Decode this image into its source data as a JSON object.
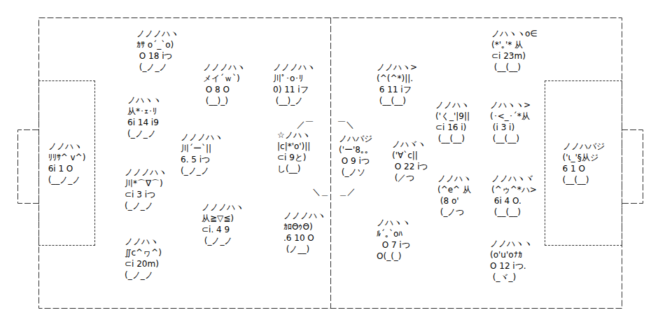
{
  "diagram": {
    "nodes": [
      {
        "text": [
          "ノノハヽ",
          "ﾘﾘｻ^ v^)",
          "6i 1 O",
          "(__ノ_ノ"
        ]
      },
      {
        "text": [
          "ノノハバジ",
          "('ι_'§从ジ",
          "6 1 O",
          "(__(__)"
        ]
      }
    ],
    "labels": [
      "ノノノハヽ",
      "ｶｻ o´_`o)",
      " O 18 iつ",
      " (_ノ_ノ",
      "ノハヽヽ",
      "从*･ｪ･ﾘ",
      "6i 14 i9",
      "(_ノ_ノ",
      "ノノノハヽ",
      "川*⌒∇⌒)",
      "⊂i 3 iつ",
      "(_ノ_ノ",
      "ノノハヽ",
      "∬c^ヮ^)",
      "⊂i 20m)",
      "(_ノ_ノ",
      "ノノノハヽ",
      "メイ´ｗ`)",
      " O 8 O",
      " (__)_)",
      "ノノノハヽ",
      "川´ー`||",
      "6. 5 iつ",
      "(_ノ_ノ",
      "ノノノハヽ",
      "从≧▽≦)",
      "⊂i. 4 9",
      " (_ノ_ノ",
      "ノノノハヽ",
      "川ﾟ･o･ﾘ",
      "0) 11 iフ",
      " (__)_ノ",
      "☆ノハヽ",
      "|c|*'o')||",
      "⊂i 9と)",
      "し(__)",
      "ノノノハヽ",
      "ｶﾛΘｩΘ)",
      ".6 10 O",
      " (ノ__)",
      "ノノハヽ>",
      "(^(^*)||.",
      " 6 11 iフ",
      " (__(__)",
      "ノハバジ",
      "('ー'8｡｡",
      " O 9 iつ",
      " (_ノソ",
      "ノハヾヽ",
      "('∀`c||",
      " O 22 iつ",
      " (／つ",
      "ノハヽヽ",
      "ﾙ´｡`oﾊ",
      "  O 7 iつ",
      "O(_(_)",
      "ノノハヽ",
      "('く_'|9||",
      "⊂i 16 i)",
      " (__(__)",
      "ノノハヽ",
      "(^e^ 从",
      " (8 o'",
      " (_ノつ",
      "ノハヽヽo∈",
      "(*'｡'* 从",
      "⊂i 23m)",
      " (__(__)",
      "ノハヽヽ>",
      "(･<_･´*从",
      " (i 3 i)",
      " (__(__)",
      "ノノハヽヾ",
      "(^ゥ^*ハ>",
      " 6i 4 O.",
      " (__(__)",
      "ノノハヽヽ",
      "(o'u'oﾅｶ",
      "O 12 iつ.",
      " (_ヾ_)",
      "／￣",
      "￣＼",
      "＼＿",
      "＿／"
    ]
  }
}
